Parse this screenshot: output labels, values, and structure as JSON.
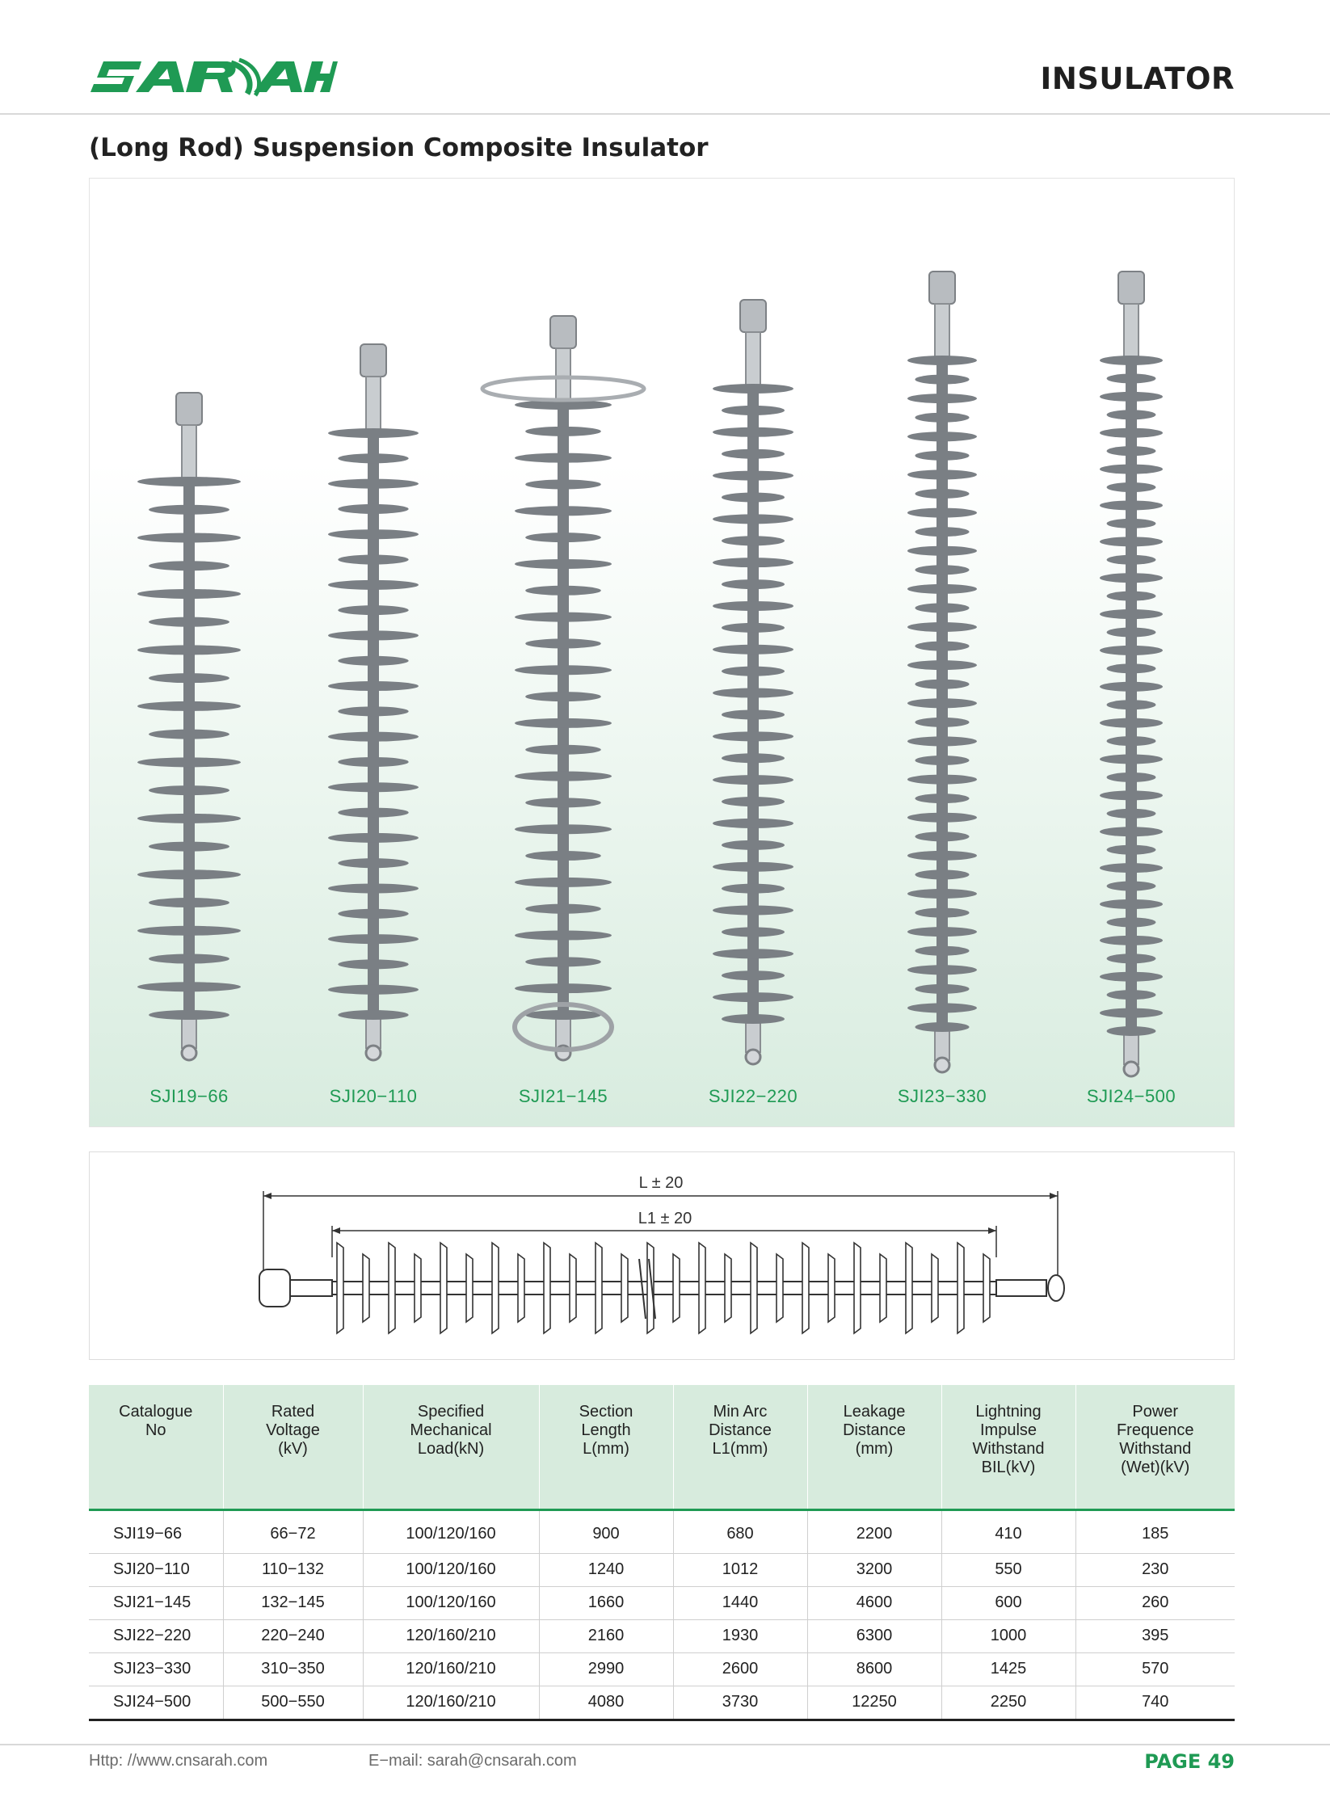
{
  "brand": {
    "name": "SARAH",
    "color": "#1f9a54"
  },
  "header": {
    "section": "INSULATOR"
  },
  "page_title": "(Long Rod) Suspension Composite Insulator",
  "photo_panel": {
    "models": [
      "SJI19−66",
      "SJI20−110",
      "SJI21−145",
      "SJI22−220",
      "SJI23−330",
      "SJI24−500"
    ],
    "label_color": "#1f9a54",
    "insulator_color": "#7a7f84"
  },
  "drawing": {
    "L_label": "L ± 20",
    "L1_label": "L1 ± 20"
  },
  "table": {
    "headers": [
      [
        "Catalogue",
        "No"
      ],
      [
        "Rated",
        "Voltage",
        "(kV)"
      ],
      [
        "Specified",
        "Mechanical",
        "Load(kN)"
      ],
      [
        "Section",
        "Length",
        "L(mm)"
      ],
      [
        "Min Arc",
        "Distance",
        "L1(mm)"
      ],
      [
        "Leakage",
        "Distance",
        "(mm)"
      ],
      [
        "Lightning",
        "Impulse",
        "Withstand",
        "BIL(kV)"
      ],
      [
        "Power",
        "Frequence",
        "Withstand",
        "(Wet)(kV)"
      ]
    ],
    "rows": [
      [
        "SJI19−66",
        "66−72",
        "100/120/160",
        "900",
        "680",
        "2200",
        "410",
        "185"
      ],
      [
        "SJI20−110",
        "110−132",
        "100/120/160",
        "1240",
        "1012",
        "3200",
        "550",
        "230"
      ],
      [
        "SJI21−145",
        "132−145",
        "100/120/160",
        "1660",
        "1440",
        "4600",
        "600",
        "260"
      ],
      [
        "SJI22−220",
        "220−240",
        "120/160/210",
        "2160",
        "1930",
        "6300",
        "1000",
        "395"
      ],
      [
        "SJI23−330",
        "310−350",
        "120/160/210",
        "2990",
        "2600",
        "8600",
        "1425",
        "570"
      ],
      [
        "SJI24−500",
        "500−550",
        "120/160/210",
        "4080",
        "3730",
        "12250",
        "2250",
        "740"
      ]
    ]
  },
  "footer": {
    "url": "Http: //www.cnsarah.com",
    "email": "E−mail: sarah@cnsarah.com",
    "page": "PAGE 49"
  }
}
